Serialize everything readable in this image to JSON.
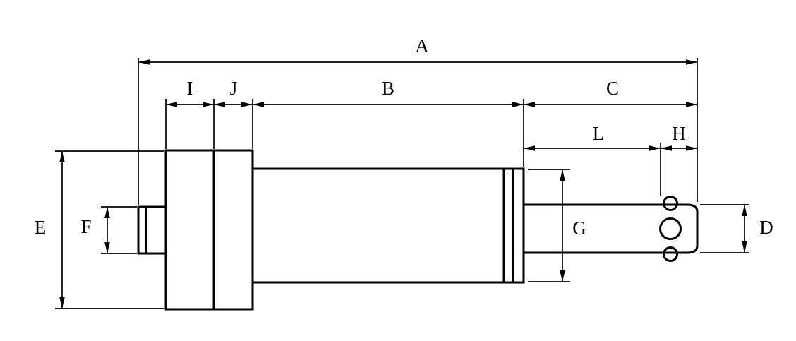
{
  "diagram": {
    "labels": {
      "A": "A",
      "B": "B",
      "C": "C",
      "D": "D",
      "E": "E",
      "F": "F",
      "G": "G",
      "H": "H",
      "I": "I",
      "J": "J",
      "L": "L"
    },
    "colors": {
      "line": "#000000",
      "background": "#ffffff"
    }
  }
}
